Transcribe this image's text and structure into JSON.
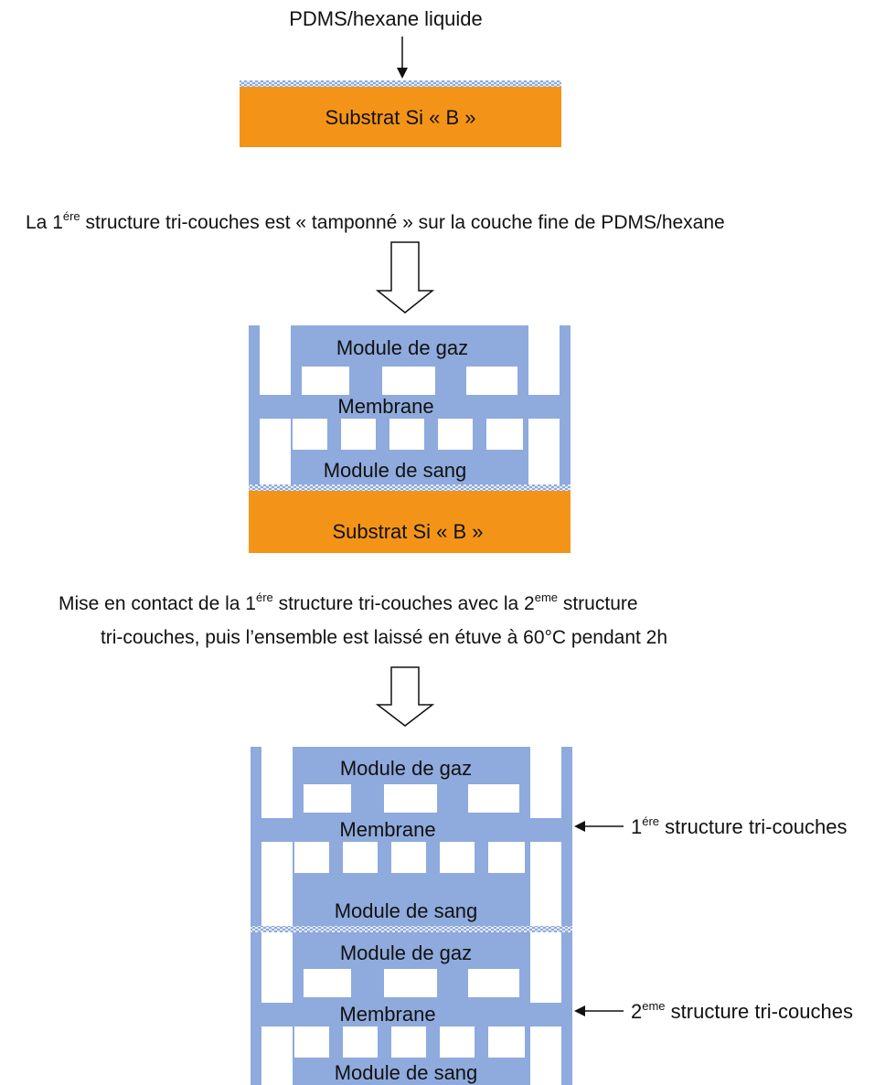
{
  "colors": {
    "substrate": "#f39419",
    "structure": "#8faadc",
    "adhesive_dots": "#d6e0f2",
    "channel": "#ffffff",
    "text": "#111111"
  },
  "step1": {
    "top_label": "PDMS/hexane liquide",
    "substrate_label": "Substrat Si « B »",
    "caption": {
      "prefix": "La 1",
      "sup": "ére",
      "rest": " structure tri-couches est « tamponné » sur la couche fine de PDMS/hexane"
    }
  },
  "step2": {
    "gas_label": "Module de gaz",
    "membrane_label": "Membrane",
    "blood_label": "Module de sang",
    "substrate_label": "Substrat Si « B »",
    "caption": {
      "line1_prefix": "Mise en contact de la 1",
      "line1_sup1": "ére",
      "line1_mid": " structure tri-couches avec la 2",
      "line1_sup2": "eme",
      "line1_rest": " structure",
      "line2": "tri-couches, puis l’ensemble est laissé en étuve à 60°C pendant 2h"
    }
  },
  "step3": {
    "gas_label_1": "Module de gaz",
    "membrane_label_1": "Membrane",
    "blood_label_1": "Module de sang",
    "gas_label_2": "Module de gaz",
    "membrane_label_2": "Membrane",
    "blood_label_2": "Module de sang",
    "annotation_1": {
      "prefix": "1",
      "sup": "ére",
      "rest": " structure tri-couches"
    },
    "annotation_2": {
      "prefix": "2",
      "sup": "eme",
      "rest": " structure tri-couches"
    }
  }
}
